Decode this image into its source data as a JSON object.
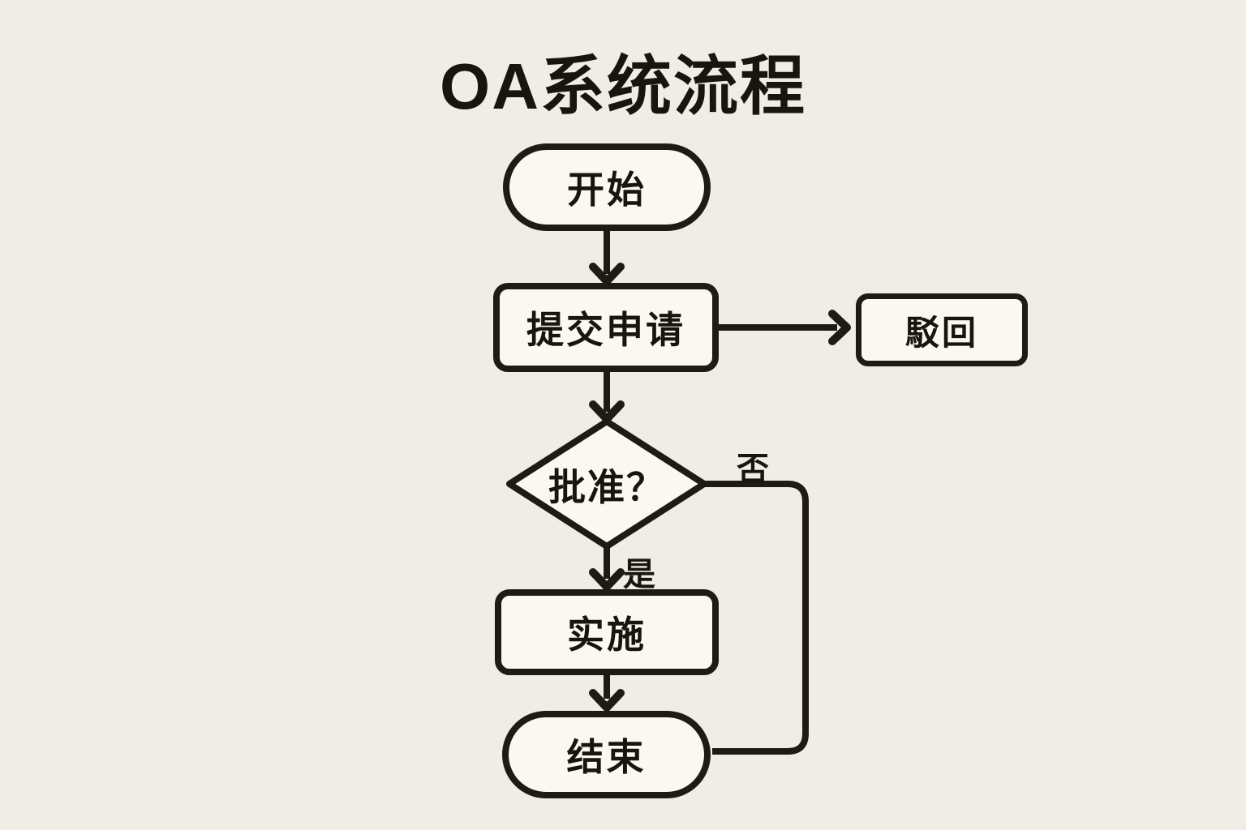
{
  "title": "OA系统流程",
  "diagram_type": "flowchart",
  "nodes": {
    "start": {
      "label": "开始",
      "shape": "terminator"
    },
    "submit": {
      "label": "提交申请",
      "shape": "process"
    },
    "reject": {
      "label": "駁回",
      "shape": "process"
    },
    "approve": {
      "label": "批准？",
      "shape": "decision"
    },
    "implement": {
      "label": "实施",
      "shape": "process"
    },
    "end": {
      "label": "结束",
      "shape": "terminator"
    }
  },
  "edge_labels": {
    "yes": "是",
    "no": "否"
  },
  "edges": [
    {
      "from": "start",
      "to": "submit",
      "label": ""
    },
    {
      "from": "submit",
      "to": "reject",
      "label": ""
    },
    {
      "from": "submit",
      "to": "approve",
      "label": ""
    },
    {
      "from": "approve",
      "to": "implement",
      "label": "是"
    },
    {
      "from": "approve",
      "to": "end",
      "label": "否"
    },
    {
      "from": "implement",
      "to": "end",
      "label": ""
    }
  ],
  "colors": {
    "background": "#f0ede6",
    "node_fill": "#faf8f2",
    "stroke": "#1d1b15",
    "text": "#17150f"
  }
}
